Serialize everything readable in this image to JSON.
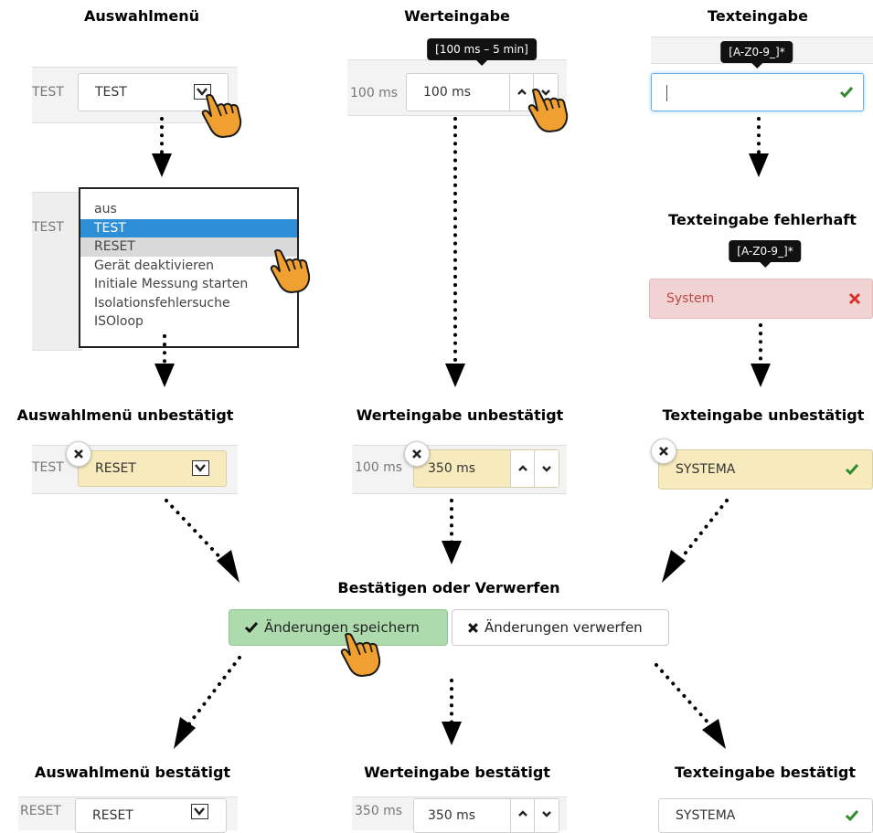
{
  "titles": {
    "select": "Auswahlmenü",
    "value": "Werteingabe",
    "text": "Texteingabe",
    "text_error": "Texteingabe fehlerhaft",
    "select_unconfirmed": "Auswahlmenü unbestätigt",
    "value_unconfirmed": "Werteingabe unbestätigt",
    "text_unconfirmed": "Texteingabe unbestätigt",
    "confirm_or_discard": "Bestätigen oder Verwerfen",
    "select_confirmed": "Auswahlmenü bestätigt",
    "value_confirmed": "Werteingabe bestätigt",
    "text_confirmed": "Texteingabe bestätigt"
  },
  "select": {
    "previous": "TEST",
    "value": "TEST",
    "options": [
      "aus",
      "TEST",
      "RESET",
      "Gerät deaktivieren",
      "Initiale Messung starten",
      "Isolationsfehlersuche",
      "ISOloop"
    ],
    "selected_option": "TEST",
    "hovered_option": "RESET"
  },
  "value_input": {
    "previous": "100 ms",
    "value": "100 ms",
    "range_tooltip": "[100 ms – 5 min]"
  },
  "text_input": {
    "pattern_tooltip": "[A-Z0-9_]*",
    "value": "",
    "error_value": "System",
    "error_tooltip": "[A-Z0-9_]*"
  },
  "unconfirmed": {
    "select_previous": "TEST",
    "select_value": "RESET",
    "value_previous": "100 ms",
    "value_value": "350 ms",
    "text_value": "SYSTEMA"
  },
  "actions": {
    "save_label": "Änderungen speichern",
    "discard_label": "Änderungen verwerfen"
  },
  "confirmed": {
    "select_previous": "RESET",
    "select_value": "RESET",
    "value_previous": "350 ms",
    "value_value": "350 ms",
    "text_value": "SYSTEMA"
  },
  "colors": {
    "unconfirmed_bg": "#f7ebbd",
    "error_bg": "#f2d3d3",
    "save_button_bg": "#aedbae",
    "selected_option_bg": "#2f8fd6",
    "valid_tick": "#2e8b2e",
    "error_cross": "#d9302c",
    "pointer_hand": "#f0a030"
  },
  "icons": {
    "dropdown": "chevron-down-icon",
    "spinner_up": "chevron-up-icon",
    "spinner_down": "chevron-down-icon",
    "valid": "checkmark-icon",
    "invalid": "cross-icon",
    "revert": "close-icon",
    "pointer": "pointing-hand-icon"
  }
}
